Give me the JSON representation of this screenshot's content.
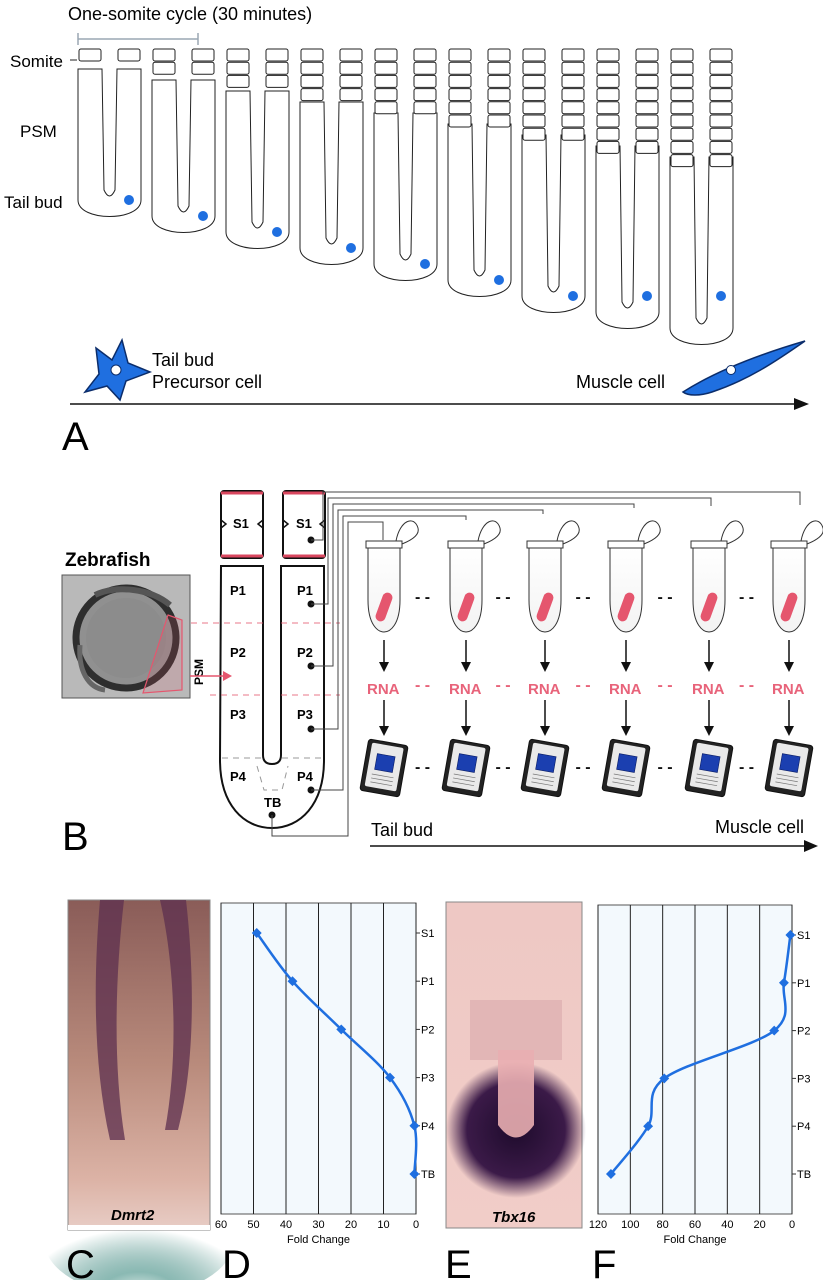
{
  "panel_a": {
    "letter": "A",
    "cycle_label": "One-somite cycle (30 minutes)",
    "row_labels": {
      "somite": "Somite",
      "psm": "PSM",
      "tail_bud": "Tail bud"
    },
    "start_label_line1": "Tail bud",
    "start_label_line2": "Precursor cell",
    "end_label": "Muscle cell",
    "colors": {
      "cell": "#1f6fe0",
      "outline": "#222222"
    }
  },
  "panel_b": {
    "letter": "B",
    "organism": "Zebrafish",
    "psm_label": "PSM",
    "segments": [
      "S1",
      "S1",
      "P1",
      "P1",
      "P2",
      "P2",
      "P3",
      "P3",
      "P4",
      "P4",
      "TB"
    ],
    "rna_label": "RNA",
    "dashes": "- -",
    "axis_start": "Tail bud",
    "axis_end": "Muscle cell",
    "colors": {
      "rna": "#e8637a",
      "somite_border": "#d9475f",
      "tissue": "#e5566e"
    }
  },
  "panel_c": {
    "letter": "C",
    "gene": "Dmrt2"
  },
  "panel_e": {
    "letter": "E",
    "gene": "Tbx16"
  },
  "panel_d": {
    "letter": "D"
  },
  "panel_f": {
    "letter": "F"
  },
  "chart_data": [
    {
      "type": "line",
      "panel": "D",
      "xlabel": "Fold Change",
      "x_ticks": [
        60,
        50,
        40,
        30,
        20,
        10,
        0
      ],
      "xlim": [
        60,
        0
      ],
      "categories": [
        "S1",
        "P1",
        "P2",
        "P3",
        "P4",
        "TB"
      ],
      "values": [
        49,
        38,
        23,
        8,
        0.5,
        0.5
      ],
      "color": "#1f6fe0",
      "grid": true
    },
    {
      "type": "line",
      "panel": "F",
      "xlabel": "Fold Change",
      "x_ticks": [
        120,
        100,
        80,
        60,
        40,
        20,
        0
      ],
      "xlim": [
        120,
        0
      ],
      "categories": [
        "S1",
        "P1",
        "P2",
        "P3",
        "P4",
        "TB"
      ],
      "values": [
        1,
        5,
        11,
        79,
        89,
        112
      ],
      "color": "#1f6fe0",
      "grid": true
    }
  ]
}
